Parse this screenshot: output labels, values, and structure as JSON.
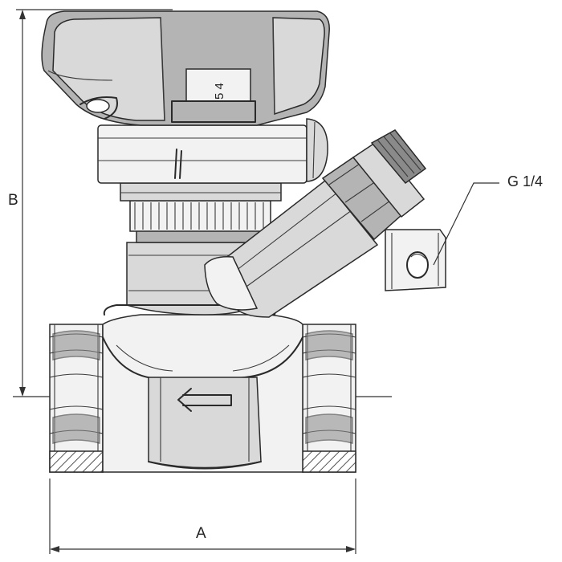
{
  "labels": {
    "dimension_a": "A",
    "dimension_b": "B",
    "port_thread": "G 1/4",
    "scale_digits": "5 4"
  },
  "colors": {
    "line": "#2a2a2a",
    "dark_fill": "#8a8a8a",
    "mid_fill": "#b4b4b4",
    "light_fill": "#d9d9d9",
    "background": "#ffffff"
  },
  "icons": {
    "flow_direction": "arrow-left-icon",
    "section_hatch": "hatch-pattern"
  }
}
